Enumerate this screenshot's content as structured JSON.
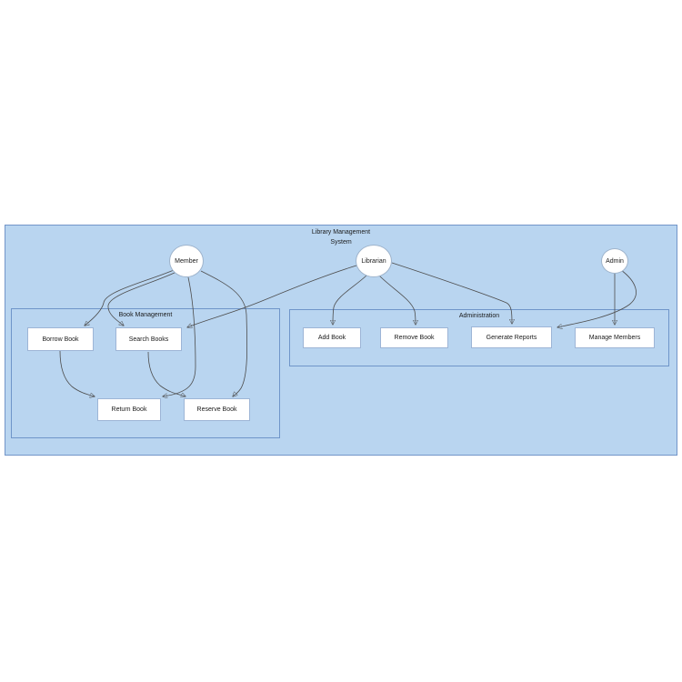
{
  "diagram": {
    "title": {
      "line1": "Library Management",
      "line2": "System"
    },
    "actors": [
      {
        "id": "member",
        "label": "Member"
      },
      {
        "id": "librarian",
        "label": "Librarian"
      },
      {
        "id": "admin",
        "label": "Admin"
      }
    ],
    "groups": [
      {
        "id": "book-management",
        "label": "Book Management"
      },
      {
        "id": "administration",
        "label": "Administration"
      }
    ],
    "use_cases": [
      {
        "id": "borrow-book",
        "label": "Borrow Book",
        "group": "Book Management"
      },
      {
        "id": "search-books",
        "label": "Search Books",
        "group": "Book Management"
      },
      {
        "id": "return-book",
        "label": "Return Book",
        "group": "Book Management"
      },
      {
        "id": "reserve-book",
        "label": "Reserve Book",
        "group": "Book Management"
      },
      {
        "id": "add-book",
        "label": "Add Book",
        "group": "Administration"
      },
      {
        "id": "remove-book",
        "label": "Remove Book",
        "group": "Administration"
      },
      {
        "id": "generate-reports",
        "label": "Generate Reports",
        "group": "Administration"
      },
      {
        "id": "manage-members",
        "label": "Manage Members",
        "group": "Administration"
      }
    ],
    "edges": [
      {
        "from": "Member",
        "to": "Borrow Book"
      },
      {
        "from": "Member",
        "to": "Search Books"
      },
      {
        "from": "Member",
        "to": "Return Book"
      },
      {
        "from": "Member",
        "to": "Reserve Book"
      },
      {
        "from": "Librarian",
        "to": "Search Books"
      },
      {
        "from": "Librarian",
        "to": "Add Book"
      },
      {
        "from": "Librarian",
        "to": "Remove Book"
      },
      {
        "from": "Librarian",
        "to": "Generate Reports"
      },
      {
        "from": "Admin",
        "to": "Generate Reports"
      },
      {
        "from": "Admin",
        "to": "Manage Members"
      },
      {
        "from": "Borrow Book",
        "to": "Return Book"
      },
      {
        "from": "Search Books",
        "to": "Reserve Book"
      }
    ],
    "colors": {
      "container_fill": "#b9d5f0",
      "container_border": "#7295c8",
      "node_fill": "#ffffff",
      "node_border": "#9db5d6",
      "actor_border": "#9fb4cc",
      "edge": "#4d4d4d",
      "text": "#1a1a1a"
    }
  }
}
